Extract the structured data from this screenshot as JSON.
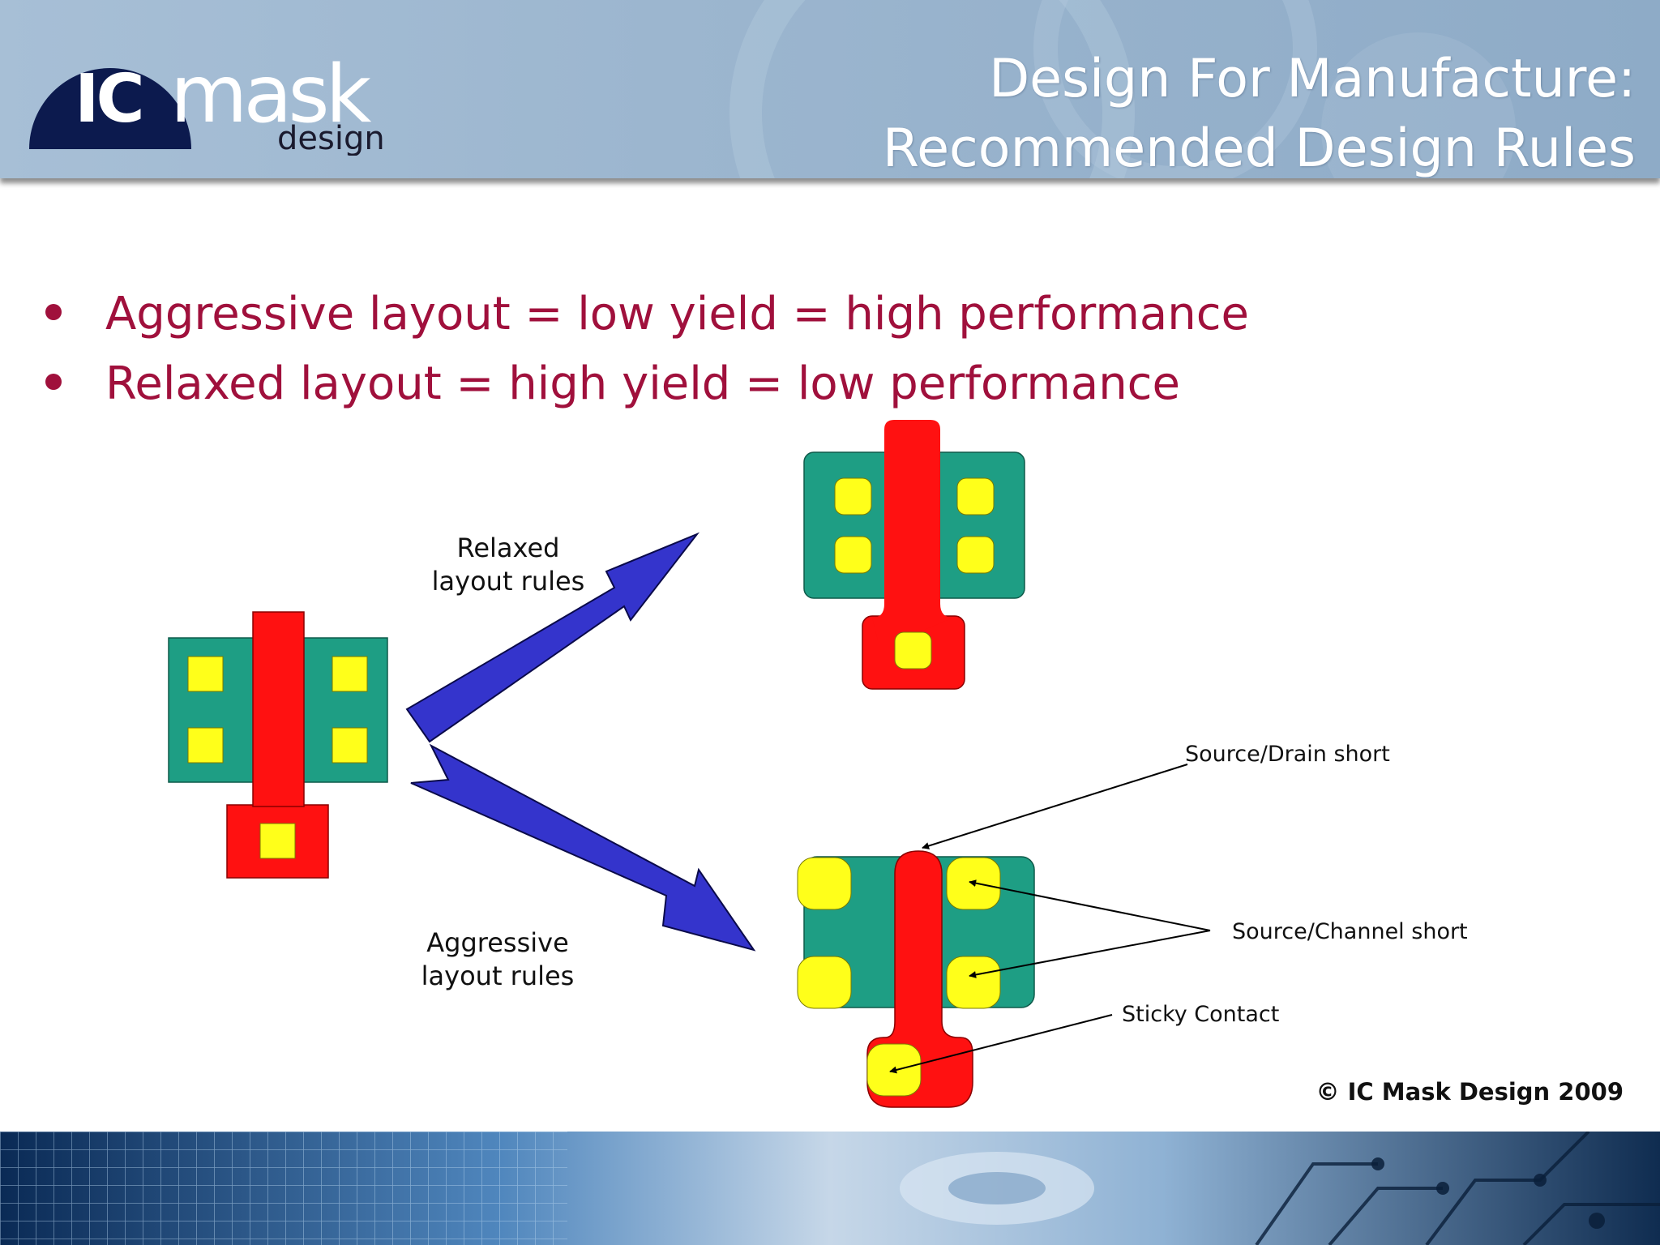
{
  "logo": {
    "ic": "IC",
    "mask": "mask",
    "design": "design"
  },
  "title": {
    "line1": "Design For Manufacture:",
    "line2": "Recommended Design Rules"
  },
  "bullets": [
    "Aggressive layout = low yield = high performance",
    "Relaxed layout = high yield = low performance"
  ],
  "diagram": {
    "relaxed_label": [
      "Relaxed",
      "layout rules"
    ],
    "aggressive_label": [
      "Aggressive",
      "layout rules"
    ],
    "callouts": {
      "source_drain_short": "Source/Drain short",
      "source_channel_short": "Source/Channel short",
      "sticky_contact": "Sticky Contact"
    },
    "colors": {
      "diffusion": "#1e9e84",
      "gate": "#ff1111",
      "contact": "#ffff1a",
      "arrow": "#3434cc"
    }
  },
  "copyright": "© IC Mask Design 2009"
}
